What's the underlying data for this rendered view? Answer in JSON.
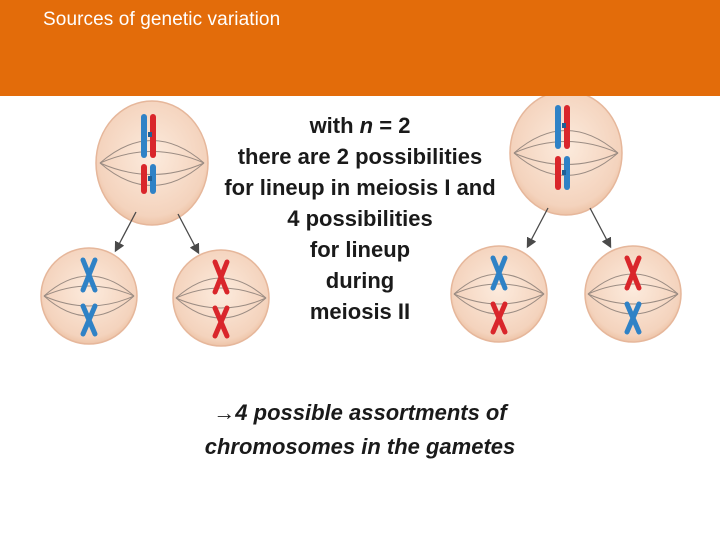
{
  "header": {
    "title": "Sources of genetic variation",
    "color": "#e36c0a"
  },
  "main_text": {
    "line1_prefix": "with ",
    "line1_var": "n",
    "line1_suffix": " = 2",
    "line2": "there are 2 possibilities",
    "line3": "for lineup in meiosis I and",
    "line4": "4 possibilities",
    "line5": "for lineup",
    "line6": "during",
    "line7": "meiosis II"
  },
  "conclusion": {
    "arrow": "→",
    "line1": "4 possible assortments of",
    "line2": "chromosomes in the gametes"
  },
  "colors": {
    "cell_fill": "#f7dcc8",
    "cell_edge": "#e6b79b",
    "spindle": "#9b8c83",
    "chromosome_red": "#d9262b",
    "chromosome_blue": "#2f82c6",
    "arrow": "#4a4a4a"
  }
}
